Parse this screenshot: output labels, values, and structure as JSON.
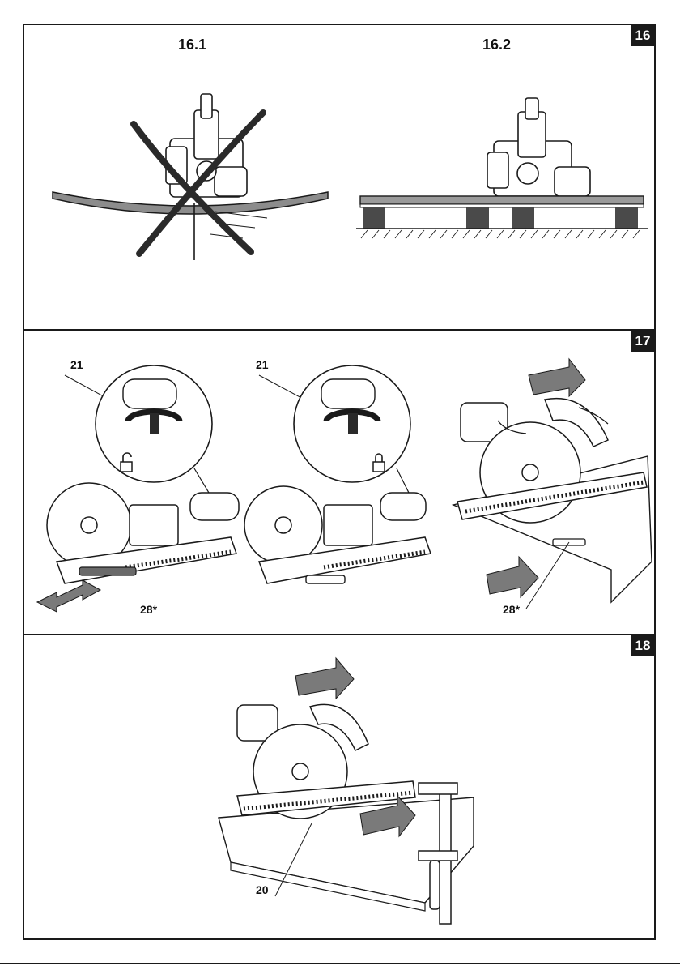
{
  "figures": {
    "fig16": {
      "number": "16",
      "left_title": "16.1",
      "right_title": "16.2"
    },
    "fig17": {
      "number": "17",
      "callout_a": "21",
      "callout_b": "21",
      "callout_c": "28*",
      "callout_d": "28*"
    },
    "fig18": {
      "number": "18",
      "callout": "20"
    }
  },
  "icons": {
    "unlocked": "unlock-icon",
    "locked": "lock-icon"
  },
  "colors": {
    "line": "#1a1a1a",
    "arrow_fill": "#7a7a7a",
    "pad_fill": "#4a4a4a",
    "board_fill": "#8c8c8c"
  }
}
